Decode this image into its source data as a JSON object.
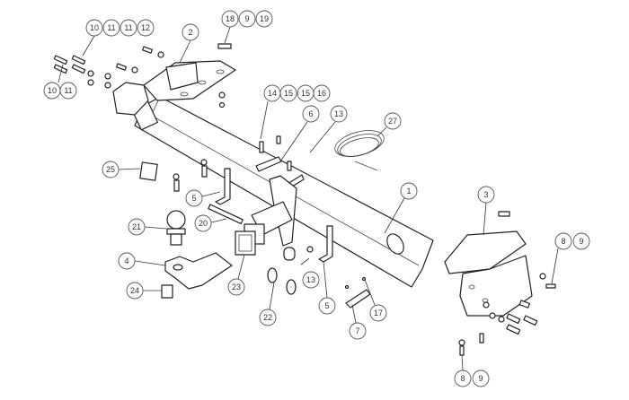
{
  "diagram": {
    "title_visible": false,
    "callouts": {
      "c1": "1",
      "c2": "2",
      "c3": "3",
      "c4": "4",
      "c5a": "5",
      "c5b": "5",
      "c6": "6",
      "c7": "7",
      "c8a": "8",
      "c9a": "9",
      "c8b": "8",
      "c9b": "9",
      "c10a": "10",
      "c11a": "11",
      "c11b": "11",
      "c12": "12",
      "c10b": "10",
      "c11c": "11",
      "c13a": "13",
      "c13b": "13",
      "c14": "14",
      "c15a": "15",
      "c15b": "15",
      "c16": "16",
      "c17": "17",
      "c18": "18",
      "c9c": "9",
      "c19": "19",
      "c20": "20",
      "c21": "21",
      "c22": "22",
      "c23": "23",
      "c24": "24",
      "c25": "25",
      "c27": "27"
    }
  }
}
